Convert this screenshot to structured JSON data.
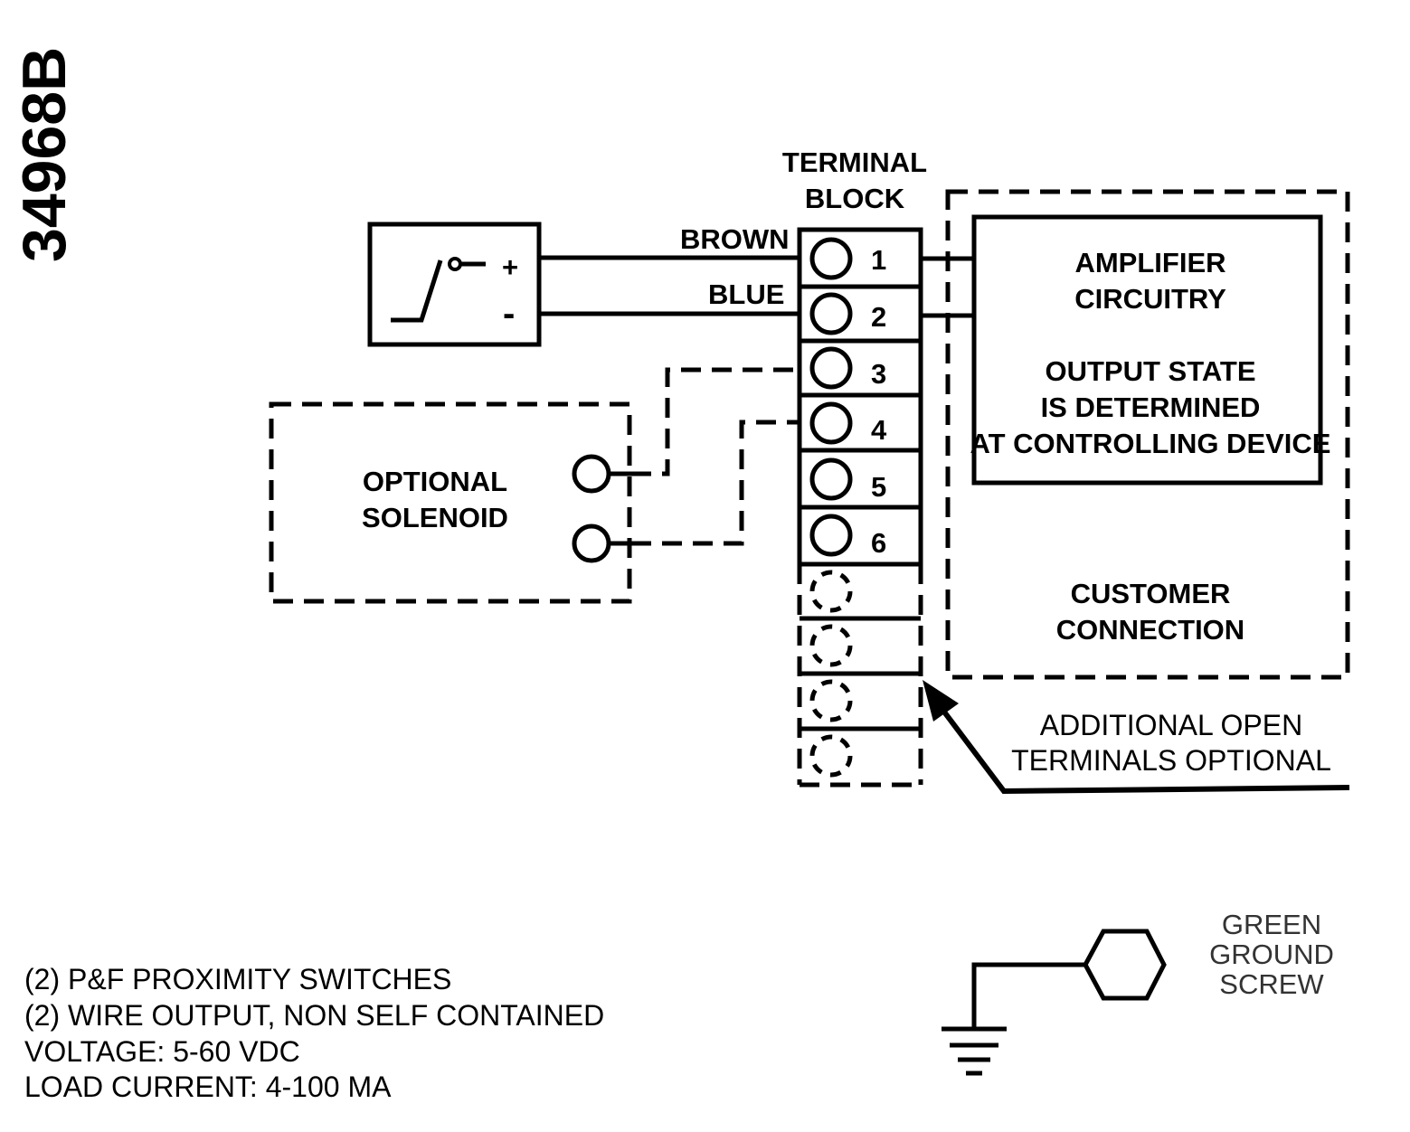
{
  "drawing_number": "34968B",
  "terminal_block": {
    "title_line1": "TERMINAL",
    "title_line2": "BLOCK",
    "terminals": [
      "1",
      "2",
      "3",
      "4",
      "5",
      "6"
    ]
  },
  "sensor": {
    "plus": "+",
    "minus": "-",
    "wire1": "BROWN",
    "wire2": "BLUE"
  },
  "solenoid": {
    "line1": "OPTIONAL",
    "line2": "SOLENOID"
  },
  "amplifier": {
    "line1": "AMPLIFIER",
    "line2": "CIRCUITRY",
    "line3": "OUTPUT STATE",
    "line4": "IS DETERMINED",
    "line5": "AT CONTROLLING DEVICE"
  },
  "customer": {
    "line1": "CUSTOMER",
    "line2": "CONNECTION"
  },
  "additional": {
    "line1": "ADDITIONAL OPEN",
    "line2": "TERMINALS OPTIONAL"
  },
  "ground": {
    "line1": "GREEN",
    "line2": "GROUND",
    "line3": "SCREW"
  },
  "notes": [
    "(2) P&F PROXIMITY SWITCHES",
    "(2) WIRE OUTPUT, NON SELF CONTAINED",
    "VOLTAGE: 5-60 VDC",
    "LOAD CURRENT: 4-100 MA"
  ]
}
